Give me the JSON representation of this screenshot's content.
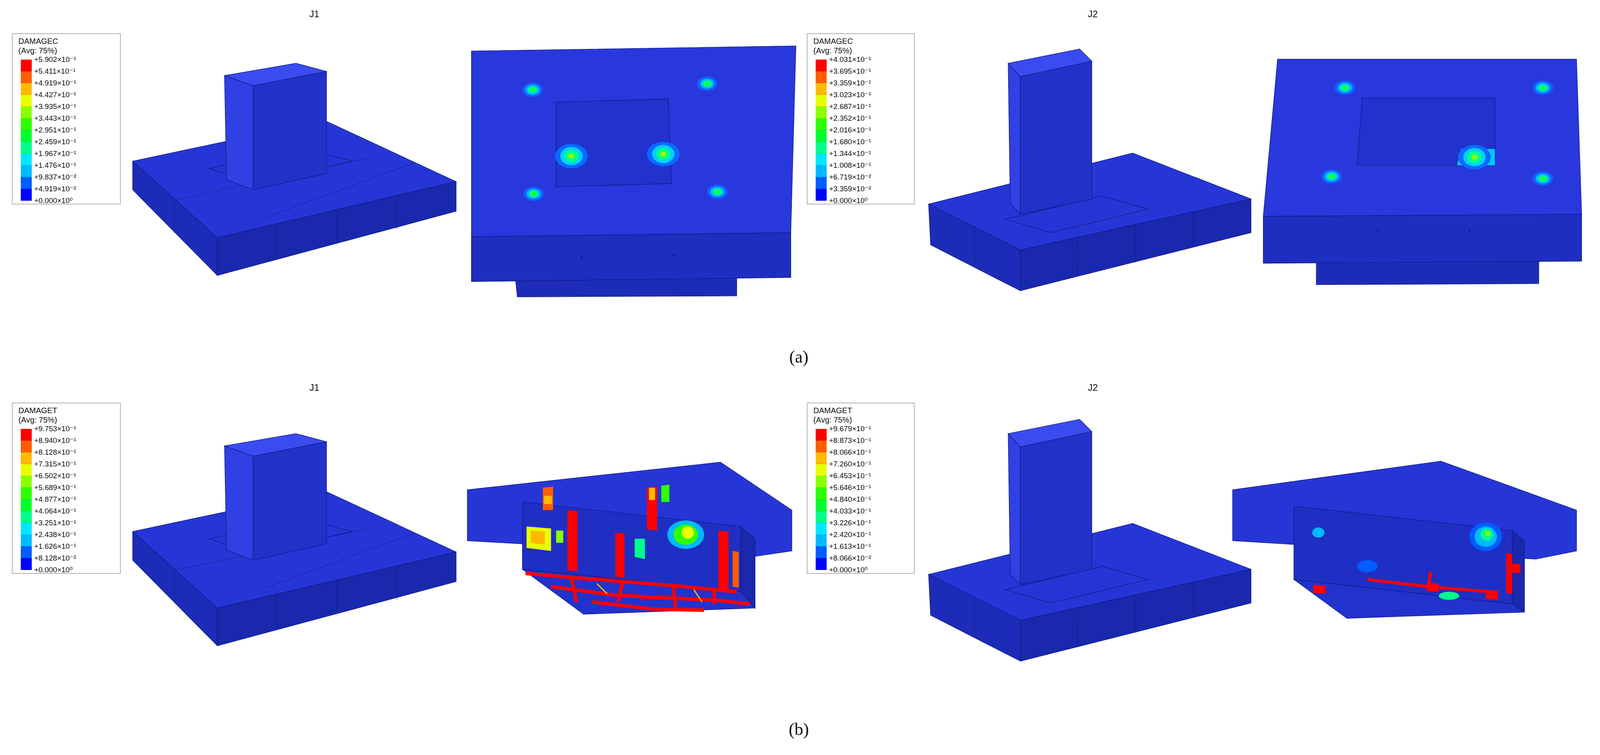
{
  "diagram": {
    "labels": [
      "J1",
      "J2",
      "(a)",
      "J1",
      "J2",
      "(b)",
      "DAMAGEC",
      "(Avg: 75%)",
      "+0.000×10⁰",
      "DAMAGEC",
      "(Avg: 75%)",
      "+0.000×10⁰",
      "DAMAGET",
      "(Avg: 75%)",
      "+0.000×10⁰",
      "DAMAGET",
      "(Avg: 75%)",
      "+0.000×10⁰"
    ],
    "legend": [
      {
        "text": "+5.902×10⁻¹",
        "color": "#FF0000"
      },
      {
        "text": "+5.411×10⁻¹",
        "color": "#FF5D00"
      },
      {
        "text": "+4.919×10⁻¹",
        "color": "#FFB900"
      },
      {
        "text": "+4.427×10⁻¹",
        "color": "#E8FF00"
      },
      {
        "text": "+3.935×10⁻¹",
        "color": "#8BFF00"
      },
      {
        "text": "+3.443×10⁻¹",
        "color": "#2EFF00"
      },
      {
        "text": "+2.951×10⁻¹",
        "color": "#00FF2E"
      },
      {
        "text": "+2.459×10⁻¹",
        "color": "#00FF8B"
      },
      {
        "text": "+1.967×10⁻¹",
        "color": "#00E8FF"
      },
      {
        "text": "+1.476×10⁻¹",
        "color": "#00B9FF"
      },
      {
        "text": "+9.837×10⁻²",
        "color": "#005DFF"
      },
      {
        "text": "+4.919×10⁻²",
        "color": "#0000FF"
      },
      {
        "text": "+4.031×10⁻¹",
        "color": "#FF0000"
      },
      {
        "text": "+3.695×10⁻¹",
        "color": "#FF5D00"
      },
      {
        "text": "+3.359×10⁻¹",
        "color": "#FFB900"
      },
      {
        "text": "+3.023×10⁻¹",
        "color": "#E8FF00"
      },
      {
        "text": "+2.687×10⁻¹",
        "color": "#8BFF00"
      },
      {
        "text": "+2.352×10⁻¹",
        "color": "#2EFF00"
      },
      {
        "text": "+2.016×10⁻¹",
        "color": "#00FF2E"
      },
      {
        "text": "+1.680×10⁻¹",
        "color": "#00FF8B"
      },
      {
        "text": "+1.344×10⁻¹",
        "color": "#00E8FF"
      },
      {
        "text": "+1.008×10⁻¹",
        "color": "#00B9FF"
      },
      {
        "text": "+6.719×10⁻²",
        "color": "#005DFF"
      },
      {
        "text": "+3.359×10⁻²",
        "color": "#0000FF"
      },
      {
        "text": "+9.753×10⁻¹",
        "color": "#FF0000"
      },
      {
        "text": "+8.940×10⁻¹",
        "color": "#FF5D00"
      },
      {
        "text": "+8.128×10⁻¹",
        "color": "#FFB900"
      },
      {
        "text": "+7.315×10⁻¹",
        "color": "#E8FF00"
      },
      {
        "text": "+6.502×10⁻¹",
        "color": "#8BFF00"
      },
      {
        "text": "+5.689×10⁻¹",
        "color": "#2EFF00"
      },
      {
        "text": "+4.877×10⁻¹",
        "color": "#00FF2E"
      },
      {
        "text": "+4.064×10⁻¹",
        "color": "#00FF8B"
      },
      {
        "text": "+3.251×10⁻¹",
        "color": "#00E8FF"
      },
      {
        "text": "+2.438×10⁻¹",
        "color": "#00B9FF"
      },
      {
        "text": "+1.626×10⁻¹",
        "color": "#005DFF"
      },
      {
        "text": "+8.128×10⁻²",
        "color": "#0000FF"
      },
      {
        "text": "+9.679×10⁻¹",
        "color": "#FF0000"
      },
      {
        "text": "+8.873×10⁻¹",
        "color": "#FF5D00"
      },
      {
        "text": "+8.066×10⁻¹",
        "color": "#FFB900"
      },
      {
        "text": "+7.260×10⁻¹",
        "color": "#E8FF00"
      },
      {
        "text": "+6.453×10⁻¹",
        "color": "#8BFF00"
      },
      {
        "text": "+5.646×10⁻¹",
        "color": "#2EFF00"
      },
      {
        "text": "+4.840×10⁻¹",
        "color": "#00FF2E"
      },
      {
        "text": "+4.033×10⁻¹",
        "color": "#00FF8B"
      },
      {
        "text": "+3.226×10⁻¹",
        "color": "#00E8FF"
      },
      {
        "text": "+2.420×10⁻¹",
        "color": "#00B9FF"
      },
      {
        "text": "+1.613×10⁻¹",
        "color": "#005DFF"
      },
      {
        "text": "+8.066×10⁻²",
        "color": "#0000FF"
      }
    ]
  }
}
